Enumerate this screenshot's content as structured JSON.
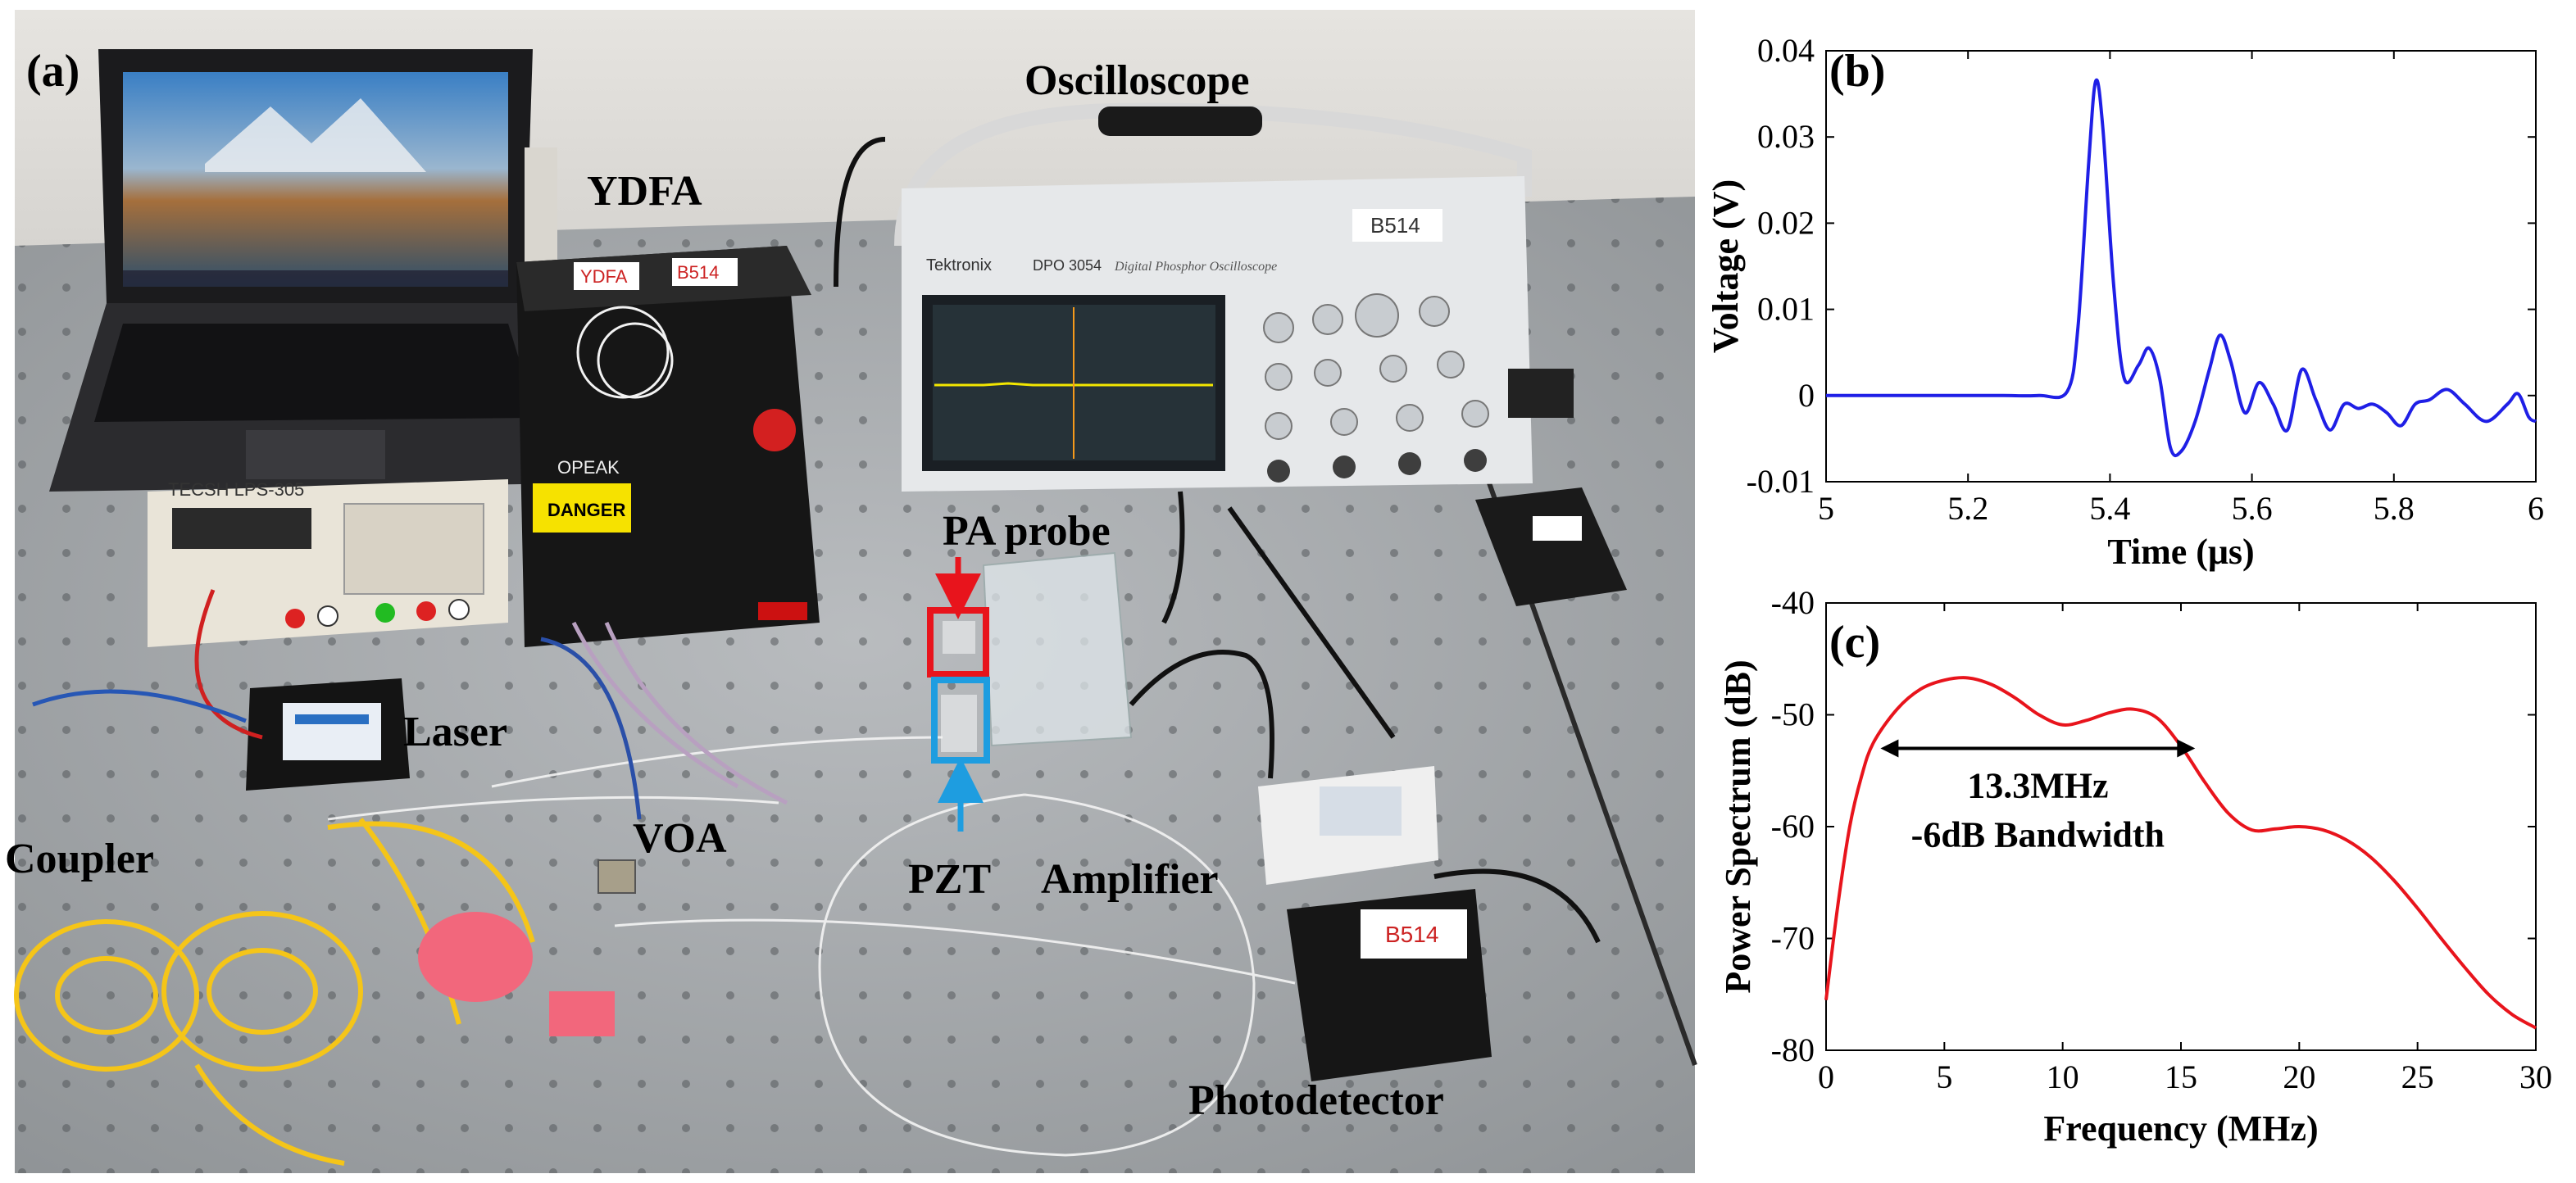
{
  "photo": {
    "panel_label": "(a)",
    "labels": {
      "oscilloscope": "Oscilloscope",
      "ydfa": "YDFA",
      "pa_probe": "PA probe",
      "laser": "Laser",
      "coupler": "Coupler",
      "voa": "VOA",
      "pzt": "PZT",
      "amplifier": "Amplifier",
      "photodetector": "Photodetector"
    },
    "equipment_text": {
      "ydfa_tag": "YDFA",
      "b514_tag": "B514",
      "danger_label": "DANGER",
      "scope_brand": "Tektronix",
      "scope_model": "DPO 3054",
      "scope_desc": "Digital Phosphor Oscilloscope",
      "opeak_brand": "OPEAK",
      "power_supply_brand": "TECSH LPS-305"
    },
    "colors": {
      "pa_probe_marker": "#e8141c",
      "pzt_marker": "#1e9de0"
    }
  },
  "chart_data": [
    {
      "panel_label": "(b)",
      "type": "line",
      "xlabel": "Time (μs)",
      "ylabel": "Voltage (V)",
      "xlim": [
        5,
        6
      ],
      "ylim": [
        -0.01,
        0.04
      ],
      "xticks": [
        "5",
        "5.2",
        "5.4",
        "5.6",
        "5.8",
        "6"
      ],
      "yticks": [
        "-0.01",
        "0",
        "0.01",
        "0.02",
        "0.03",
        "0.04"
      ],
      "color": "#1f1fe6",
      "series": [
        {
          "x": [
            5.0,
            5.05,
            5.1,
            5.15,
            5.2,
            5.25,
            5.3,
            5.34,
            5.355,
            5.37,
            5.38,
            5.39,
            5.405,
            5.42,
            5.44,
            5.455,
            5.47,
            5.485,
            5.5,
            5.52,
            5.54,
            5.555,
            5.57,
            5.59,
            5.61,
            5.63,
            5.65,
            5.67,
            5.69,
            5.71,
            5.73,
            5.75,
            5.77,
            5.79,
            5.81,
            5.83,
            5.85,
            5.875,
            5.9,
            5.93,
            5.96,
            5.975,
            5.99,
            6.0
          ],
          "y": [
            0.0,
            0.0,
            0.0,
            0.0,
            0.0,
            0.0,
            0.0,
            0.0005,
            0.008,
            0.027,
            0.0365,
            0.031,
            0.013,
            0.002,
            0.0035,
            0.0055,
            0.002,
            -0.006,
            -0.0065,
            -0.003,
            0.003,
            0.007,
            0.004,
            -0.002,
            0.0015,
            -0.001,
            -0.004,
            0.003,
            -0.0005,
            -0.004,
            -0.001,
            -0.0015,
            -0.001,
            -0.002,
            -0.0035,
            -0.001,
            -0.0005,
            0.0007,
            -0.001,
            -0.003,
            -0.001,
            0.0002,
            -0.0025,
            -0.003
          ]
        }
      ]
    },
    {
      "panel_label": "(c)",
      "type": "line",
      "xlabel": "Frequency (MHz)",
      "ylabel": "Power Spectrum (dB)",
      "xlim": [
        0,
        30
      ],
      "ylim": [
        -80,
        -40
      ],
      "xticks": [
        "0",
        "5",
        "10",
        "15",
        "20",
        "25",
        "30"
      ],
      "yticks": [
        "-80",
        "-70",
        "-60",
        "-50",
        "-40"
      ],
      "color": "#e8141c",
      "annotation": {
        "line1": "13.3MHz",
        "line2": "-6dB Bandwidth",
        "from_x": 2.3,
        "to_x": 15.6,
        "y": -53
      },
      "series": [
        {
          "x": [
            0,
            0.5,
            1,
            1.5,
            2,
            3,
            4,
            5,
            6,
            7,
            8,
            9,
            10,
            11,
            12,
            13,
            14,
            15,
            16,
            17,
            18,
            19,
            20,
            21,
            22,
            23,
            24,
            25,
            26,
            27,
            28,
            29,
            30
          ],
          "y": [
            -75.5,
            -67,
            -60,
            -55.5,
            -52.5,
            -49.5,
            -47.7,
            -46.9,
            -46.7,
            -47.3,
            -48.5,
            -50,
            -50.9,
            -50.5,
            -49.8,
            -49.5,
            -50.3,
            -52.8,
            -56,
            -58.8,
            -60.3,
            -60.2,
            -60,
            -60.3,
            -61.2,
            -62.7,
            -64.8,
            -67.3,
            -70,
            -72.6,
            -75,
            -76.8,
            -78
          ]
        }
      ]
    }
  ]
}
